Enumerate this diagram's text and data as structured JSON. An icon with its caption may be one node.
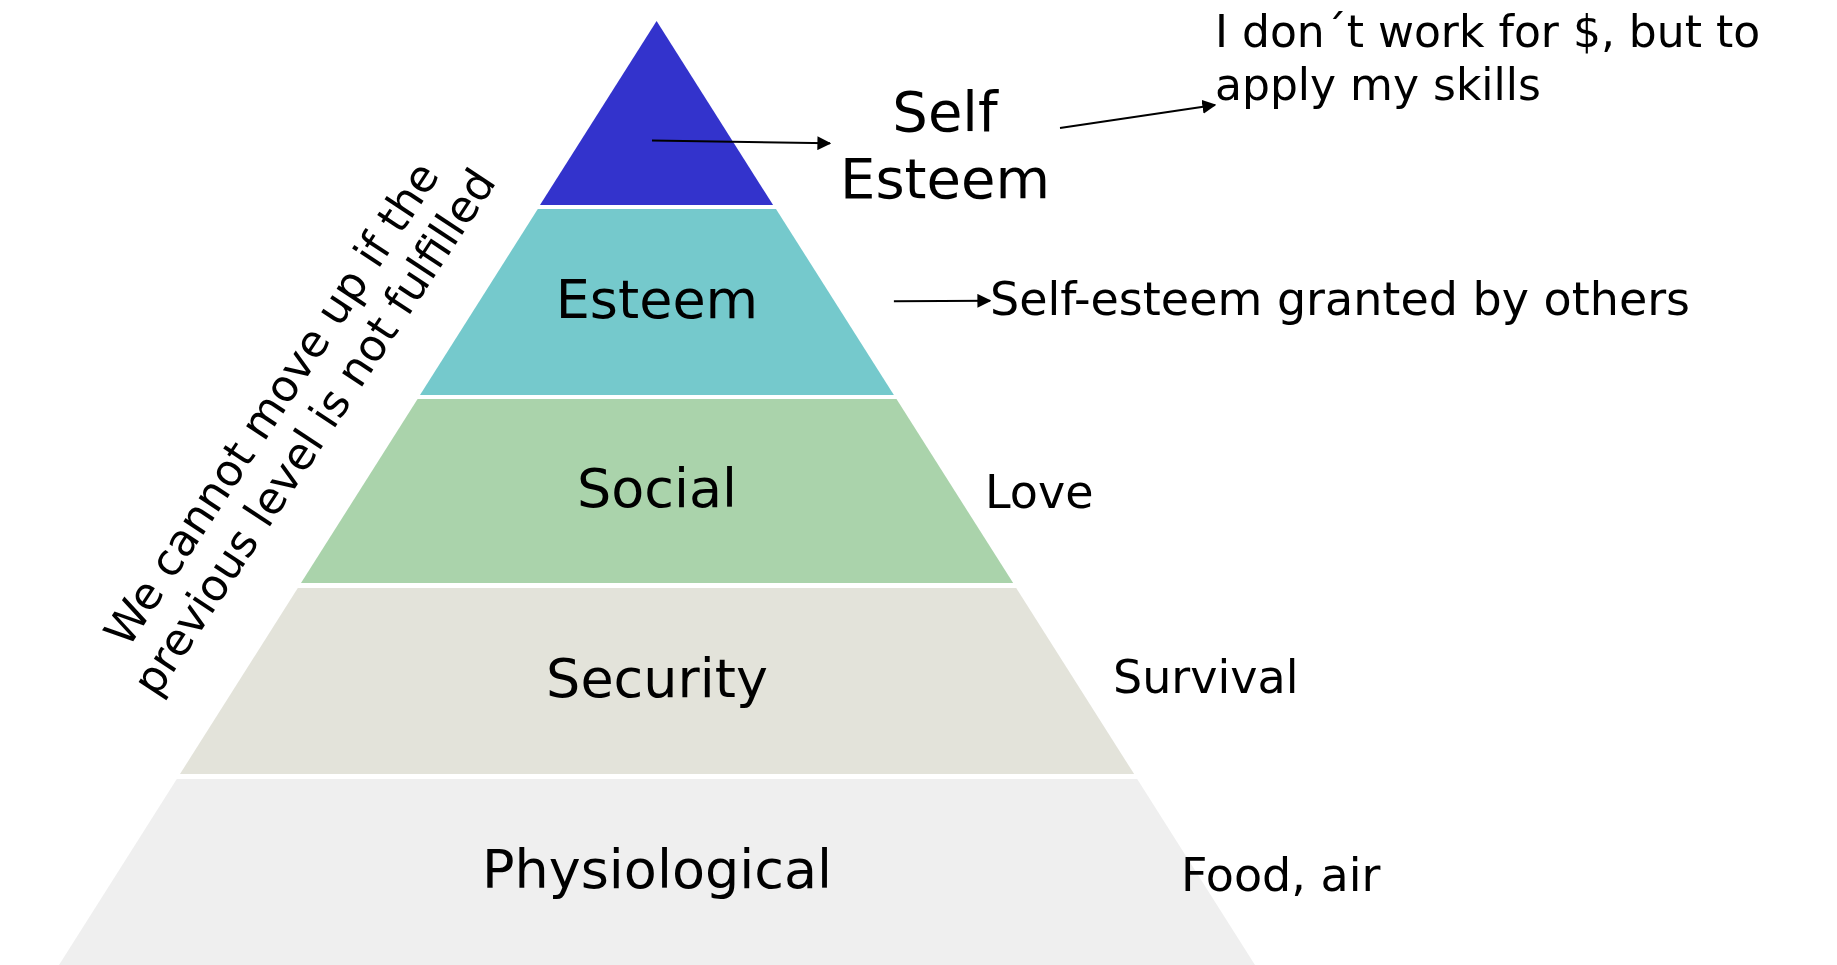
{
  "diagram": {
    "nodes": [
      {
        "text": [],
        "shape": "triangle"
      },
      {
        "text": [
          "Self Esteem"
        ]
      },
      {
        "text": [
          "I don´t work for $, but to apply my skills"
        ]
      },
      {
        "text": [
          "Esteem"
        ]
      },
      {
        "text": [
          "Self-esteem granted by others"
        ]
      },
      {
        "text": [
          "Social"
        ],
        "beside": [
          "Love"
        ]
      },
      {
        "text": [
          "Security"
        ],
        "beside": [
          "Survival"
        ]
      },
      {
        "text": [
          "Physiological"
        ],
        "beside": [
          "Food, air"
        ]
      }
    ],
    "edges": [
      {
        "from": 0,
        "to": 1,
        "arrow": "to"
      },
      {
        "from": 1,
        "to": 2,
        "arrow": "to"
      },
      {
        "from": 3,
        "to": 4,
        "arrow": "to"
      }
    ],
    "labels": [
      "We cannot move up if the previous level is not fulfilled"
    ]
  }
}
